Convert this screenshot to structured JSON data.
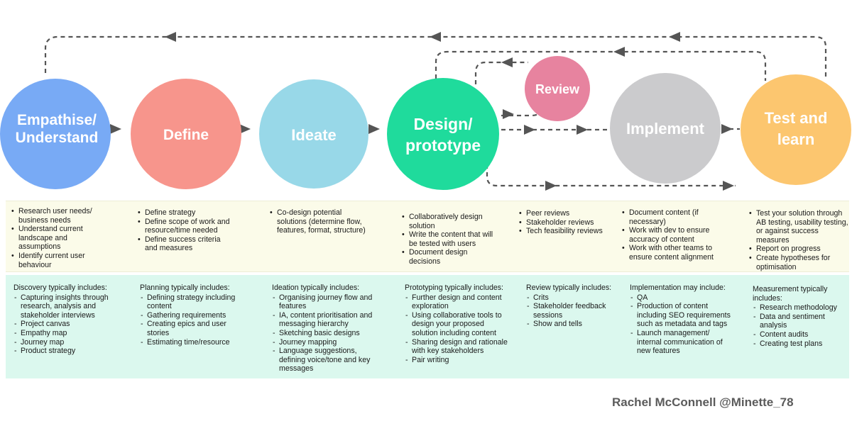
{
  "stages": {
    "empathise": {
      "line1": "Empathise/",
      "line2": "Understand",
      "color": "#78aaf5"
    },
    "define": {
      "label": "Define",
      "color": "#f7958c"
    },
    "ideate": {
      "label": "Ideate",
      "color": "#98d8e8"
    },
    "design": {
      "line1": "Design/",
      "line2": "prototype",
      "color": "#1fdb9c"
    },
    "review": {
      "label": "Review",
      "color": "#e7839f"
    },
    "implement": {
      "label": "Implement",
      "color": "#cbcbcd"
    },
    "test": {
      "line1": "Test and",
      "line2": "learn",
      "color": "#fcc66f"
    }
  },
  "activities": {
    "empathise": [
      "Research user needs/ business needs",
      "Understand current landscape and assumptions",
      "Identify current user behaviour"
    ],
    "define": [
      "Define strategy",
      "Define scope of work and resource/time needed",
      "Define success criteria and measures"
    ],
    "ideate": [
      "Co-design potential solutions (determine flow, features, format, structure)"
    ],
    "design": [
      "Collaboratively design solution",
      "Write the content that will be tested with users",
      "Document design decisions"
    ],
    "review": [
      "Peer reviews",
      "Stakeholder reviews",
      "Tech feasibility reviews"
    ],
    "implement": [
      "Document content (if necessary)",
      "Work with dev to ensure accuracy of content",
      "Work with other teams to ensure content alignment"
    ],
    "test": [
      "Test your solution through AB testing, usability testing, or against success measures",
      "Report on progress",
      "Create hypotheses for optimisation"
    ]
  },
  "includes": {
    "discovery": {
      "heading": "Discovery typically includes:",
      "items": [
        "Capturing insights through research, analysis and stakeholder interviews",
        "Project canvas",
        "Empathy map",
        "Journey map",
        "Product strategy"
      ]
    },
    "planning": {
      "heading": "Planning typically includes:",
      "items": [
        "Defining strategy including content",
        "Gathering requirements",
        "Creating epics and user stories",
        "Estimating time/resource"
      ]
    },
    "ideation": {
      "heading": "Ideation typically includes:",
      "items": [
        "Organising journey flow and features",
        "IA, content prioritisation and messaging hierarchy",
        "Sketching basic designs",
        "Journey mapping",
        "Language suggestions, defining voice/tone and key messages"
      ]
    },
    "prototyping": {
      "heading": "Prototyping typically includes:",
      "items": [
        "Further design and content exploration",
        "Using collaborative tools to design your proposed solution including content",
        "Sharing design and rationale with key stakeholders",
        "Pair writing"
      ]
    },
    "review": {
      "heading": "Review typically includes:",
      "items": [
        "Crits",
        "Stakeholder feedback sessions",
        "Show and tells"
      ]
    },
    "implementation": {
      "heading": "Implementation may include:",
      "items": [
        "QA",
        "Production of content including SEO requirements such as metadata and tags",
        "Launch management/ internal communication of new features"
      ]
    },
    "measurement": {
      "heading": "Measurement typically includes:",
      "items": [
        "Research methodology",
        "Data and sentiment analysis",
        "Content audits",
        "Creating test plans"
      ]
    }
  },
  "credit": "Rachel McConnell @Minette_78"
}
